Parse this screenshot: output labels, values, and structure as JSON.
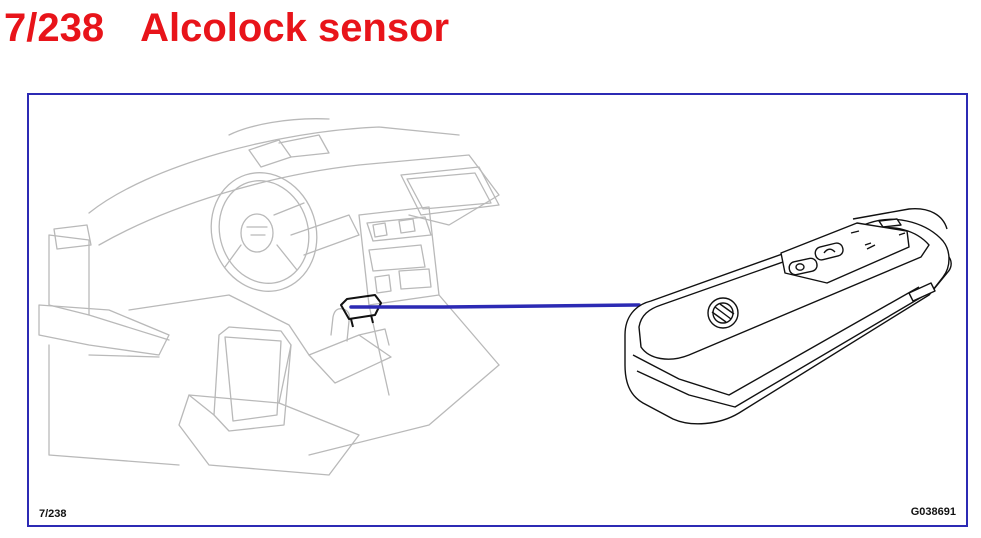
{
  "title": {
    "figure_number": "7/238",
    "text": "Alcolock sensor",
    "color": "#e8141a"
  },
  "diagram": {
    "frame_color": "#2c2ab4",
    "leader_color": "#2c2ab4",
    "figure_number_label": "7/238",
    "figure_id": "G038691"
  }
}
